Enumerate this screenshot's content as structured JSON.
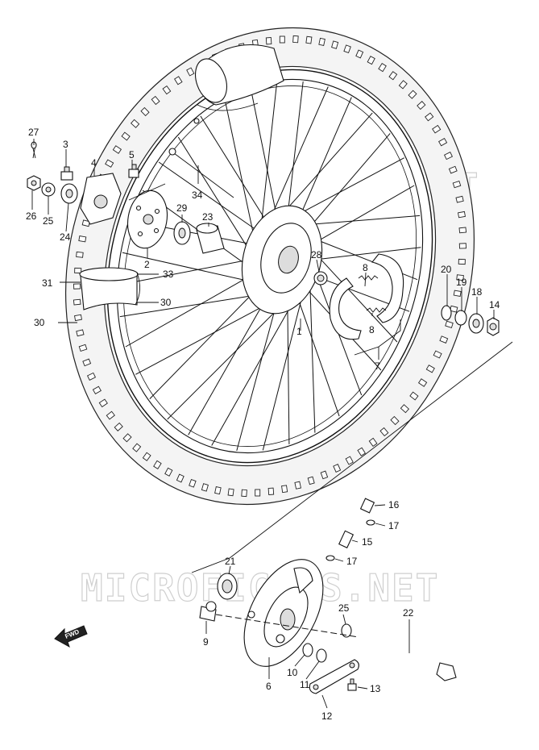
{
  "watermark": "MICROFICHES.NET",
  "fwd_label": "FWD",
  "callouts": [
    {
      "id": "c1",
      "text": "1"
    },
    {
      "id": "c2",
      "text": "2"
    },
    {
      "id": "c3",
      "text": "3"
    },
    {
      "id": "c4",
      "text": "4"
    },
    {
      "id": "c5",
      "text": "5"
    },
    {
      "id": "c6",
      "text": "6"
    },
    {
      "id": "c7",
      "text": "7"
    },
    {
      "id": "c8a",
      "text": "8"
    },
    {
      "id": "c8b",
      "text": "8"
    },
    {
      "id": "c9",
      "text": "9"
    },
    {
      "id": "c10",
      "text": "10"
    },
    {
      "id": "c11",
      "text": "11"
    },
    {
      "id": "c12",
      "text": "12"
    },
    {
      "id": "c13",
      "text": "13"
    },
    {
      "id": "c14",
      "text": "14"
    },
    {
      "id": "c15",
      "text": "15"
    },
    {
      "id": "c16",
      "text": "16"
    },
    {
      "id": "c17a",
      "text": "17"
    },
    {
      "id": "c17b",
      "text": "17"
    },
    {
      "id": "c18",
      "text": "18"
    },
    {
      "id": "c19",
      "text": "19"
    },
    {
      "id": "c20",
      "text": "20"
    },
    {
      "id": "c21",
      "text": "21"
    },
    {
      "id": "c22",
      "text": "22"
    },
    {
      "id": "c23",
      "text": "23"
    },
    {
      "id": "c24",
      "text": "24"
    },
    {
      "id": "c25a",
      "text": "25"
    },
    {
      "id": "c25b",
      "text": "25"
    },
    {
      "id": "c26",
      "text": "26"
    },
    {
      "id": "c27",
      "text": "27"
    },
    {
      "id": "c28",
      "text": "28"
    },
    {
      "id": "c29",
      "text": "29"
    },
    {
      "id": "c30a",
      "text": "30"
    },
    {
      "id": "c30b",
      "text": "30"
    },
    {
      "id": "c31",
      "text": "31"
    },
    {
      "id": "c33",
      "text": "33"
    },
    {
      "id": "c34",
      "text": "34"
    }
  ]
}
